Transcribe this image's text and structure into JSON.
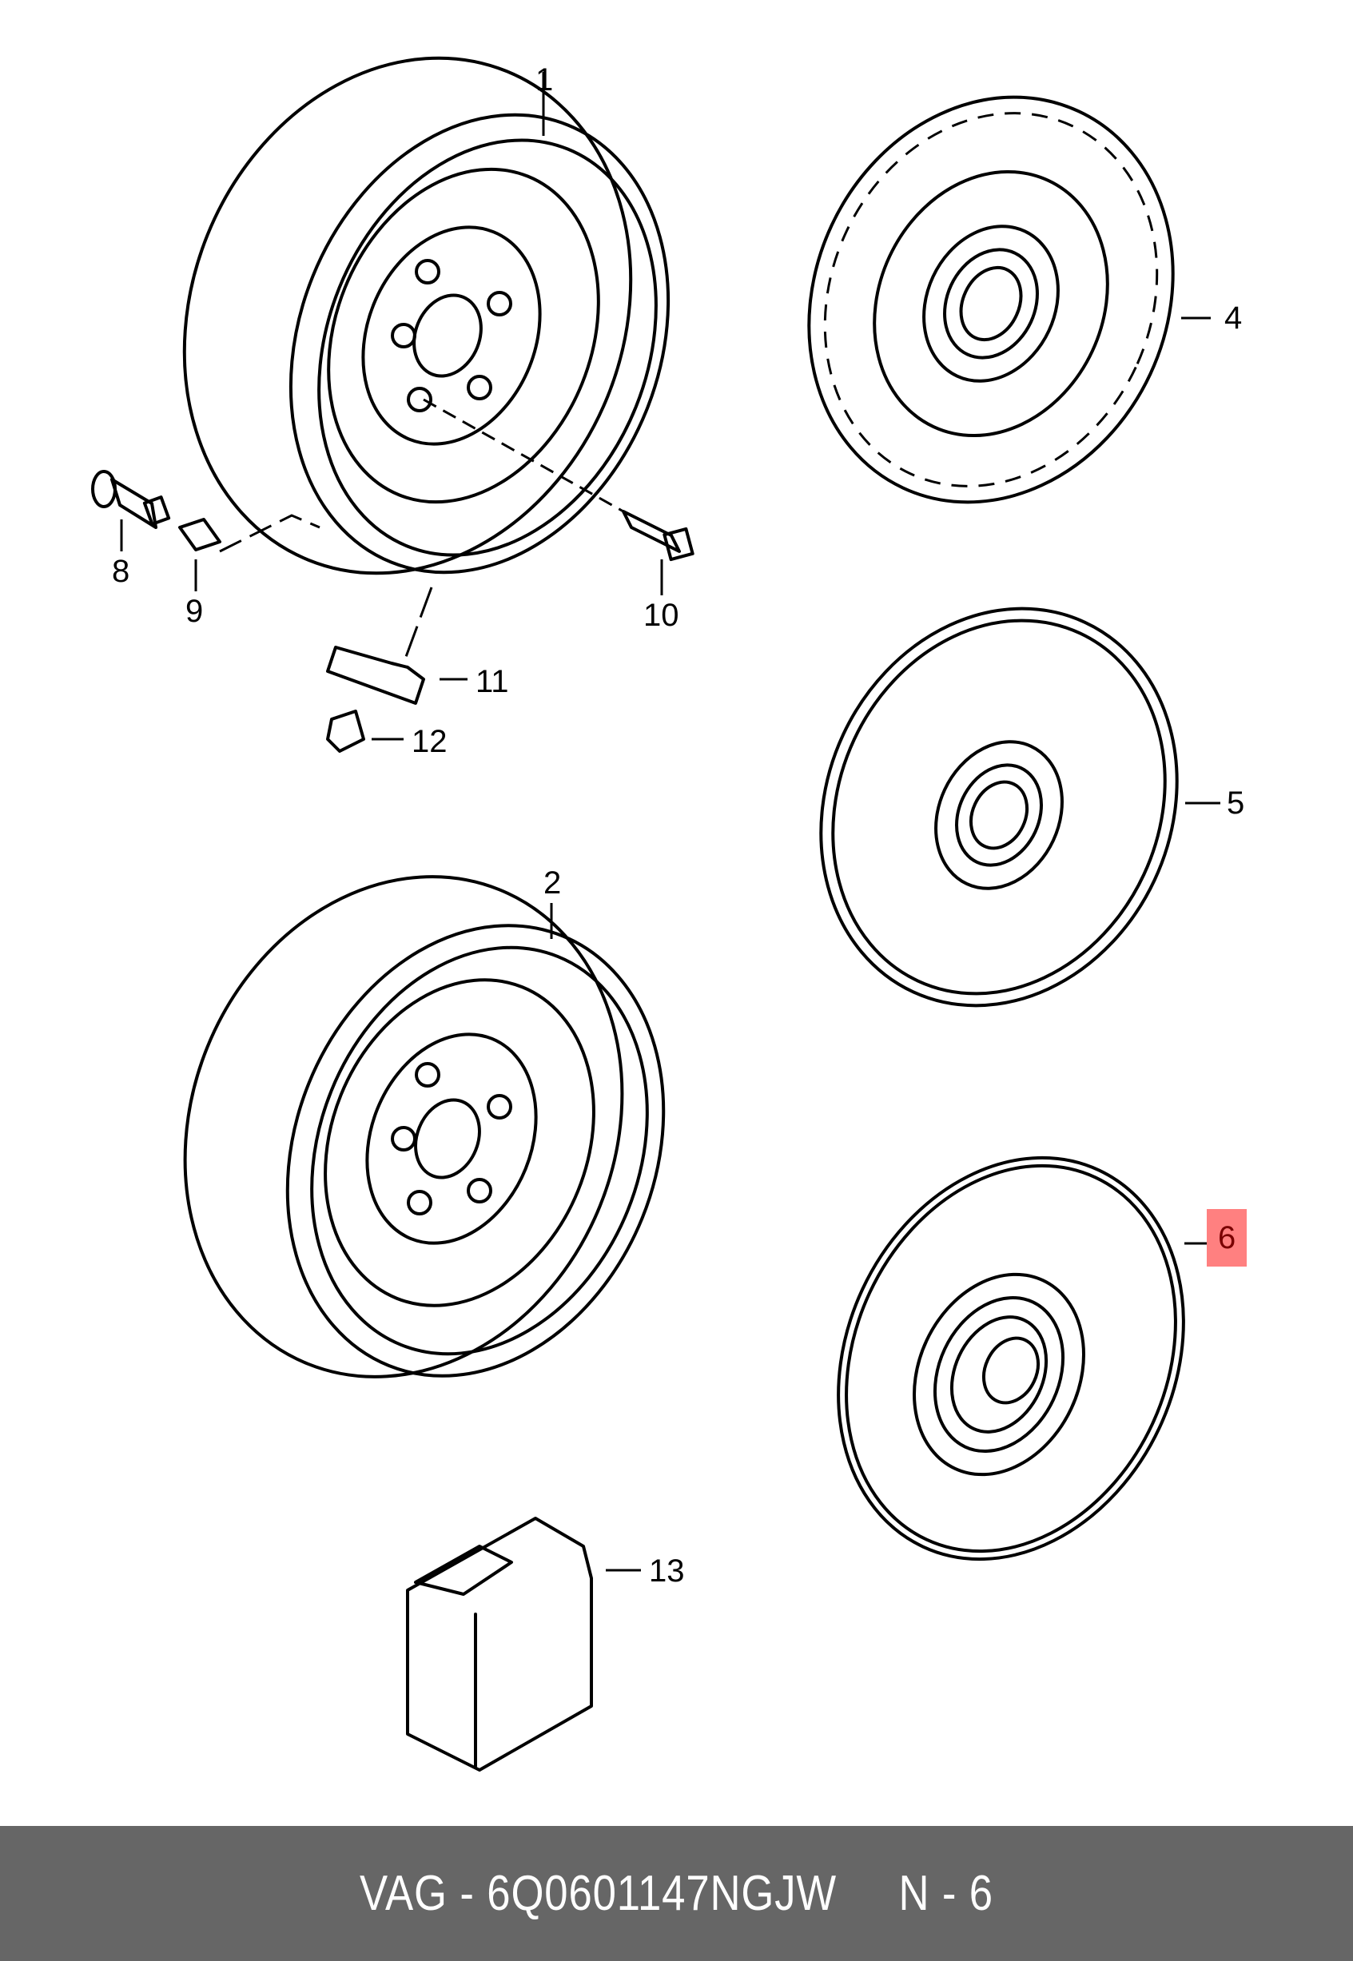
{
  "diagram": {
    "title": "VAG wheel / wheel cover parts diagram",
    "callouts": [
      {
        "id": "1",
        "label": "1",
        "part": "steel-wheel"
      },
      {
        "id": "2",
        "label": "2",
        "part": "steel-wheel"
      },
      {
        "id": "4",
        "label": "4",
        "part": "wheel-cover"
      },
      {
        "id": "5",
        "label": "5",
        "part": "wheel-cover"
      },
      {
        "id": "6",
        "label": "6",
        "part": "wheel-cover",
        "highlighted": true
      },
      {
        "id": "8",
        "label": "8",
        "part": "tire-valve"
      },
      {
        "id": "9",
        "label": "9",
        "part": "valve-cap"
      },
      {
        "id": "10",
        "label": "10",
        "part": "wheel-bolt"
      },
      {
        "id": "11",
        "label": "11",
        "part": "balance-weight"
      },
      {
        "id": "12",
        "label": "12",
        "part": "balance-weight-clip"
      },
      {
        "id": "13",
        "label": "13",
        "part": "compressor-unit"
      }
    ],
    "highlight_color": "#ff8080"
  },
  "footer": {
    "text": "VAG - 6Q0601147NGJW     N - 6",
    "brand": "VAG",
    "part_number": "6Q0601147NGJW",
    "position": "N - 6",
    "background": "#666666"
  }
}
